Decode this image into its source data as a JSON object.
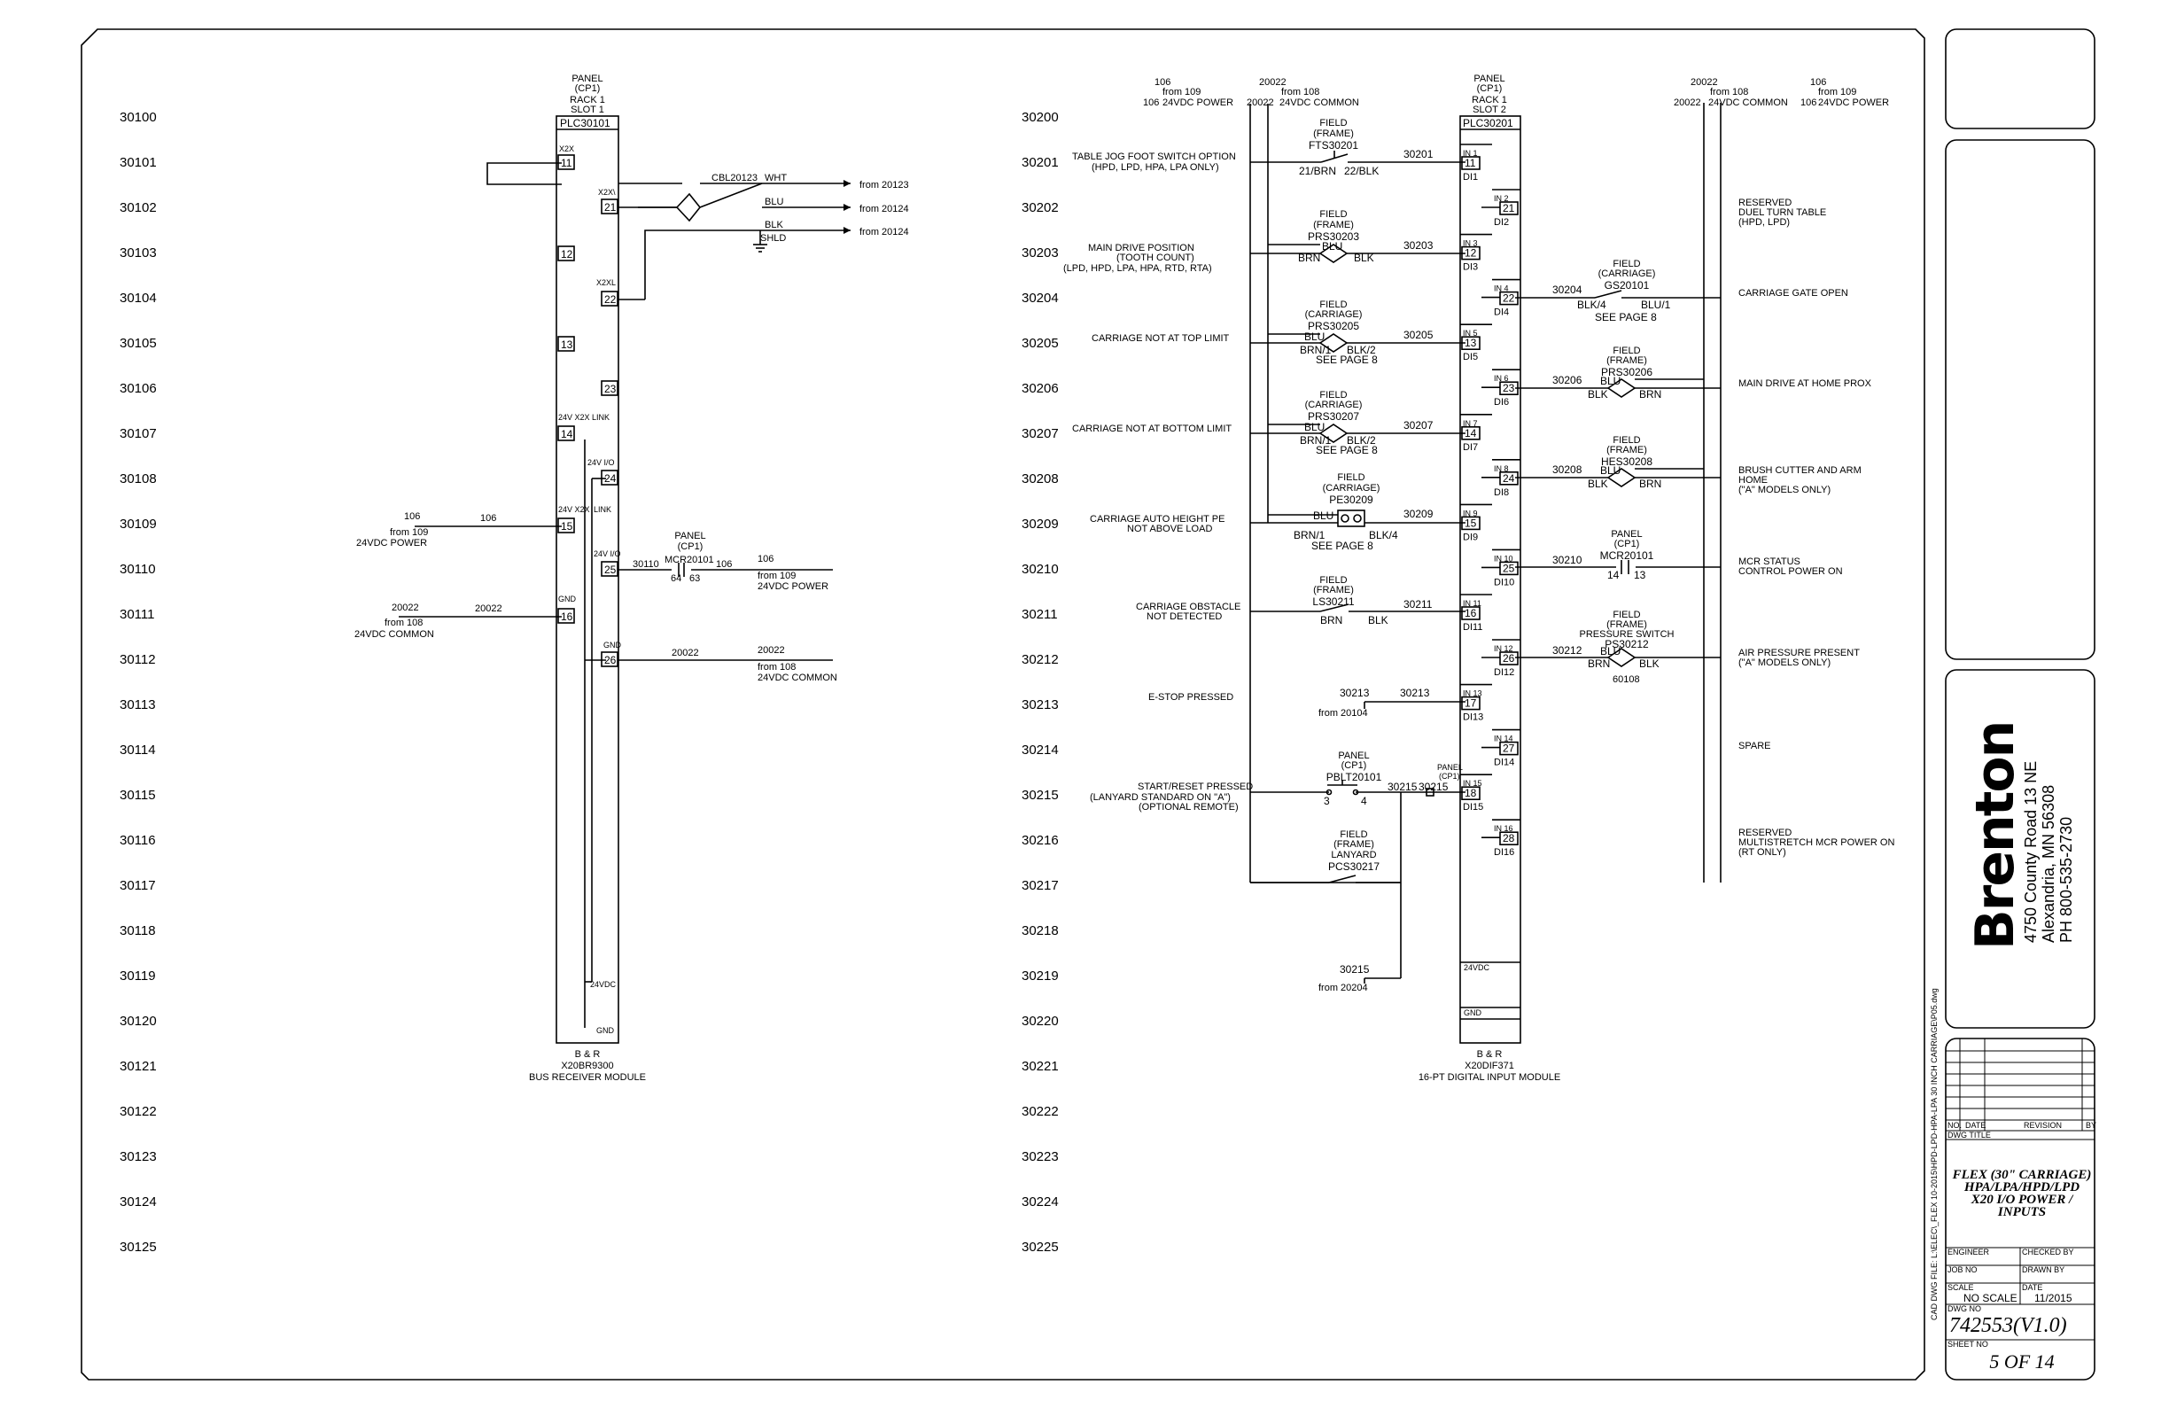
{
  "line_numbers_left": [
    "30100",
    "30101",
    "30102",
    "30103",
    "30104",
    "30105",
    "30106",
    "30107",
    "30108",
    "30109",
    "30110",
    "30111",
    "30112",
    "30113",
    "30114",
    "30115",
    "30116",
    "30117",
    "30118",
    "30119",
    "30120",
    "30121",
    "30122",
    "30123",
    "30124",
    "30125"
  ],
  "line_numbers_right": [
    "30200",
    "30201",
    "30202",
    "30203",
    "30204",
    "30205",
    "30206",
    "30207",
    "30208",
    "30209",
    "30210",
    "30211",
    "30212",
    "30213",
    "30214",
    "30215",
    "30216",
    "30217",
    "30218",
    "30219",
    "30220",
    "30221",
    "30222",
    "30223",
    "30224",
    "30225"
  ],
  "module1": {
    "header": [
      "PANEL",
      "(CP1)",
      "RACK 1",
      "SLOT 1"
    ],
    "tag": "PLC30101",
    "footer": [
      "B & R",
      "X20BR9300",
      "BUS RECEIVER MODULE"
    ],
    "term_labels": {
      "x2x": "X2X",
      "x2xplus": "X2X\\",
      "x2xminus": "X2XL",
      "x2xlink": "24V X2X LINK",
      "io1": "24V I/O",
      "x2x2": "24V X2X",
      "link": "LINK",
      "io2": "24V I/O",
      "gnd1": "GND",
      "gnd2": "GND",
      "bot1": "24VDC",
      "bot2": "GND"
    },
    "terms_left": [
      "11",
      "12",
      "13",
      "14",
      "15",
      "16"
    ],
    "terms_right": [
      "21",
      "22",
      "23",
      "24",
      "25",
      "26"
    ]
  },
  "module2": {
    "header": [
      "PANEL",
      "(CP1)",
      "RACK 1",
      "SLOT 2"
    ],
    "tag": "PLC30201",
    "footer": [
      "B & R",
      "X20DIF371",
      "16-PT DIGITAL INPUT MODULE"
    ],
    "bottom": [
      "24VDC",
      "GND"
    ],
    "inputs_left": [
      {
        "in": "IN 1",
        "t": "11",
        "di": "DI1"
      },
      {
        "in": "IN 3",
        "t": "12",
        "di": "DI3"
      },
      {
        "in": "IN 5",
        "t": "13",
        "di": "DI5"
      },
      {
        "in": "IN 7",
        "t": "14",
        "di": "DI7"
      },
      {
        "in": "IN 9",
        "t": "15",
        "di": "DI9"
      },
      {
        "in": "IN 11",
        "t": "16",
        "di": "DI11"
      },
      {
        "in": "IN 13",
        "t": "17",
        "di": "DI13"
      },
      {
        "in": "IN 15",
        "t": "18",
        "di": "DI15"
      }
    ],
    "inputs_right": [
      {
        "in": "IN 2",
        "t": "21",
        "di": "DI2"
      },
      {
        "in": "IN 4",
        "t": "22",
        "di": "DI4"
      },
      {
        "in": "IN 6",
        "t": "23",
        "di": "DI6"
      },
      {
        "in": "IN 8",
        "t": "24",
        "di": "DI8"
      },
      {
        "in": "IN 10",
        "t": "25",
        "di": "DI10"
      },
      {
        "in": "IN 12",
        "t": "26",
        "di": "DI12"
      },
      {
        "in": "IN 14",
        "t": "27",
        "di": "DI14"
      },
      {
        "in": "IN 16",
        "t": "28",
        "di": "DI16"
      }
    ]
  },
  "left_wiring": {
    "cable": "CBL20123",
    "wht": "WHT",
    "blu": "BLU",
    "blk": "BLK",
    "shld": "SHLD",
    "from1": "from 20123",
    "from2": "from 20124",
    "from3": "from 20124",
    "w106": "106",
    "from109": "from 109",
    "power": "24VDC POWER",
    "w20022": "20022",
    "from108": "from 108",
    "common": "24VDC COMMON",
    "mcr_panel": [
      "PANEL",
      "(CP1)"
    ],
    "mcr": "MCR20101",
    "w30110": "30110",
    "c64": "64",
    "c63": "63",
    "r106": "106",
    "rfrom109": "from 109",
    "rpower": "24VDC POWER",
    "w20022b": "20022",
    "r20022": "20022",
    "rfrom108": "from 108",
    "rcommon": "24VDC COMMON"
  },
  "rails_top_left": {
    "a": "106",
    "b": "from 109",
    "c": "24VDC POWER",
    "d": "20022",
    "e": "from 108",
    "f": "24VDC COMMON",
    "g": "106",
    "h": "20022"
  },
  "rails_top_right": {
    "a": "20022",
    "b": "from 108",
    "c": "24VDC COMMON",
    "d": "106",
    "e": "from 109",
    "f": "24VDC POWER",
    "g": "20022",
    "h": "106"
  },
  "left_inputs": [
    {
      "desc": [
        "TABLE JOG FOOT SWITCH OPTION",
        "(HPD, LPD, HPA, LPA ONLY)"
      ],
      "dev": [
        "FIELD",
        "(FRAME)",
        "FTS30201"
      ],
      "wl": "21/BRN",
      "wr": "22/BLK",
      "wire": "30201"
    },
    {
      "desc": [
        "MAIN DRIVE POSITION",
        "(TOOTH COUNT)",
        "(LPD, HPD, LPA, HPA, RTD, RTA)"
      ],
      "dev": [
        "FIELD",
        "(FRAME)",
        "PRS30203"
      ],
      "wl": "BRN",
      "wc": "BLU",
      "wr": "BLK",
      "wire": "30203"
    },
    {
      "desc": [
        "CARRIAGE NOT AT TOP LIMIT"
      ],
      "dev": [
        "FIELD",
        "(CARRIAGE)",
        "PRS30205"
      ],
      "wl": "BRN/1",
      "wc": "BLU",
      "wr": "BLK/2",
      "note": "SEE PAGE 8",
      "wire": "30205"
    },
    {
      "desc": [
        "CARRIAGE NOT AT BOTTOM LIMIT"
      ],
      "dev": [
        "FIELD",
        "(CARRIAGE)",
        "PRS30207"
      ],
      "wl": "BRN/1",
      "wc": "BLU",
      "wr": "BLK/2",
      "note": "SEE PAGE 8",
      "wire": "30207"
    },
    {
      "desc": [
        "CARRIAGE AUTO HEIGHT PE",
        "NOT ABOVE LOAD"
      ],
      "dev": [
        "FIELD",
        "(CARRIAGE)",
        "PE30209"
      ],
      "wl": "BRN/1",
      "wc": "BLU",
      "wr": "BLK/4",
      "note": "SEE PAGE 8",
      "wire": "30209"
    },
    {
      "desc": [
        "CARRIAGE OBSTACLE",
        "NOT DETECTED"
      ],
      "dev": [
        "FIELD",
        "(FRAME)",
        "LS30211"
      ],
      "wl": "BRN",
      "wr": "BLK",
      "wire": "30211"
    },
    {
      "desc": [
        "E-STOP PRESSED"
      ],
      "wire_a": "30213",
      "wire": "30213",
      "from": "from 20104"
    },
    {
      "desc": [
        "START/RESET PRESSED",
        "(LANYARD STANDARD ON \"A\")",
        "(OPTIONAL REMOTE)"
      ],
      "dev": [
        "PANEL",
        "(CP1)",
        "PBLT20101"
      ],
      "c3": "3",
      "c4": "4",
      "wire": "30215",
      "wire_b": "30215",
      "dev_b": [
        "PANEL",
        "(CP1)"
      ]
    },
    {
      "dev": [
        "FIELD",
        "(FRAME)",
        "LANYARD",
        "PCS30217"
      ]
    },
    {
      "wire": "30215",
      "from": "from 20204"
    }
  ],
  "right_inputs": [
    {
      "desc": [
        "RESERVED",
        "DUEL TURN TABLE",
        "(HPD, LPD)"
      ]
    },
    {
      "desc": [
        "CARRIAGE GATE OPEN"
      ],
      "dev": [
        "FIELD",
        "(CARRIAGE)",
        "GS20101"
      ],
      "wl": "BLK/4",
      "wr": "BLU/1",
      "note": "SEE PAGE 8",
      "wire": "30204"
    },
    {
      "desc": [
        "MAIN DRIVE AT HOME PROX"
      ],
      "dev": [
        "FIELD",
        "(FRAME)",
        "PRS30206"
      ],
      "wl": "BLK",
      "wc": "BLU",
      "wr": "BRN",
      "wire": "30206"
    },
    {
      "desc": [
        "BRUSH CUTTER AND ARM",
        "HOME",
        "(\"A\" MODELS ONLY)"
      ],
      "dev": [
        "FIELD",
        "(FRAME)",
        "HES30208"
      ],
      "wl": "BLK",
      "wc": "BLU",
      "wr": "BRN",
      "wire": "30208"
    },
    {
      "desc": [
        "MCR STATUS",
        "CONTROL POWER ON"
      ],
      "dev": [
        "PANEL",
        "(CP1)",
        "MCR20101"
      ],
      "wl": "14",
      "wr": "13",
      "wire": "30210"
    },
    {
      "desc": [
        "AIR PRESSURE PRESENT",
        "(\"A\" MODELS ONLY)"
      ],
      "dev": [
        "FIELD",
        "(FRAME)",
        "PRESSURE SWITCH",
        "PS30212"
      ],
      "wl": "BRN",
      "wc": "BLU",
      "wr": "BLK",
      "sub": "60108",
      "wire": "30212"
    },
    {
      "desc": [
        "SPARE"
      ]
    },
    {
      "desc": [
        "RESERVED",
        "MULTISTRETCH MCR POWER ON",
        "(RT ONLY)"
      ]
    }
  ],
  "title_block": {
    "logo": "Brenton",
    "address": [
      "4750 County Road 13 NE",
      "Alexandria, MN 56308",
      "PH 800-535-2730"
    ],
    "cad_path": "CAD DWG FILE: L:\\ELEC\\_FLEX 10-2015\\HPD-LPD-HPA-LPA 30 INCH CARRIAGE\\P05.dwg",
    "rev_headers": [
      "NO.",
      "DATE",
      "REVISION",
      "BY"
    ],
    "dwg_title_lbl": "DWG TITLE",
    "title": [
      "FLEX (30\" CARRIAGE)",
      "HPA/LPA/HPD/LPD",
      "X20 I/O POWER /",
      "INPUTS"
    ],
    "engineer_lbl": "ENGINEER",
    "checked_lbl": "CHECKED BY",
    "job_lbl": "JOB NO",
    "drawn_lbl": "DRAWN BY",
    "scale_lbl": "SCALE",
    "scale": "NO SCALE",
    "date_lbl": "DATE",
    "date": "11/2015",
    "dwg_lbl": "DWG NO",
    "dwg_no": "742553(V1.0)",
    "sheet_lbl": "SHEET NO",
    "sheet": "5 OF 14"
  }
}
